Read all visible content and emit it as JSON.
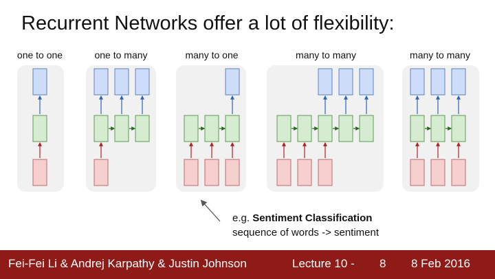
{
  "slide": {
    "title": "Recurrent Networks offer a lot of flexibility:"
  },
  "diagrams": [
    {
      "label": "one to one",
      "inputs": [
        0
      ],
      "hidden": 1,
      "outputs": [
        0
      ]
    },
    {
      "label": "one to many",
      "inputs": [
        0
      ],
      "hidden": 3,
      "outputs": [
        0,
        1,
        2
      ]
    },
    {
      "label": "many to one",
      "inputs": [
        0,
        1,
        2
      ],
      "hidden": 3,
      "outputs": [
        2
      ]
    },
    {
      "label": "many to many",
      "inputs": [
        0,
        1,
        2
      ],
      "hidden": 5,
      "outputs": [
        2,
        3,
        4
      ]
    },
    {
      "label": "many to many",
      "inputs": [
        0,
        1,
        2
      ],
      "hidden": 3,
      "outputs": [
        0,
        1,
        2
      ]
    }
  ],
  "caption": {
    "prefix": "e.g.",
    "highlight": "Sentiment Classification",
    "line2": "sequence of words -> sentiment"
  },
  "footer": {
    "authors": "Fei-Fei Li & Andrej Karpathy & Justin Johnson",
    "lecture": "Lecture 10 -",
    "page": "8",
    "date": "8 Feb 2016"
  },
  "colors": {
    "panel_bg": "#f1f1f1",
    "input_fill": "#f6cfcf",
    "input_stroke": "#c06a6a",
    "hidden_fill": "#d5ecd0",
    "hidden_stroke": "#5f9a55",
    "output_fill": "#cddcf8",
    "output_stroke": "#5f7fc0",
    "arrow_input": "#b02020",
    "arrow_hidden": "#2d6a1e",
    "arrow_output": "#2a64b8",
    "footer_bg": "#8e1b17"
  },
  "icons": {
    "pointer": "arrow-pointer-icon"
  }
}
